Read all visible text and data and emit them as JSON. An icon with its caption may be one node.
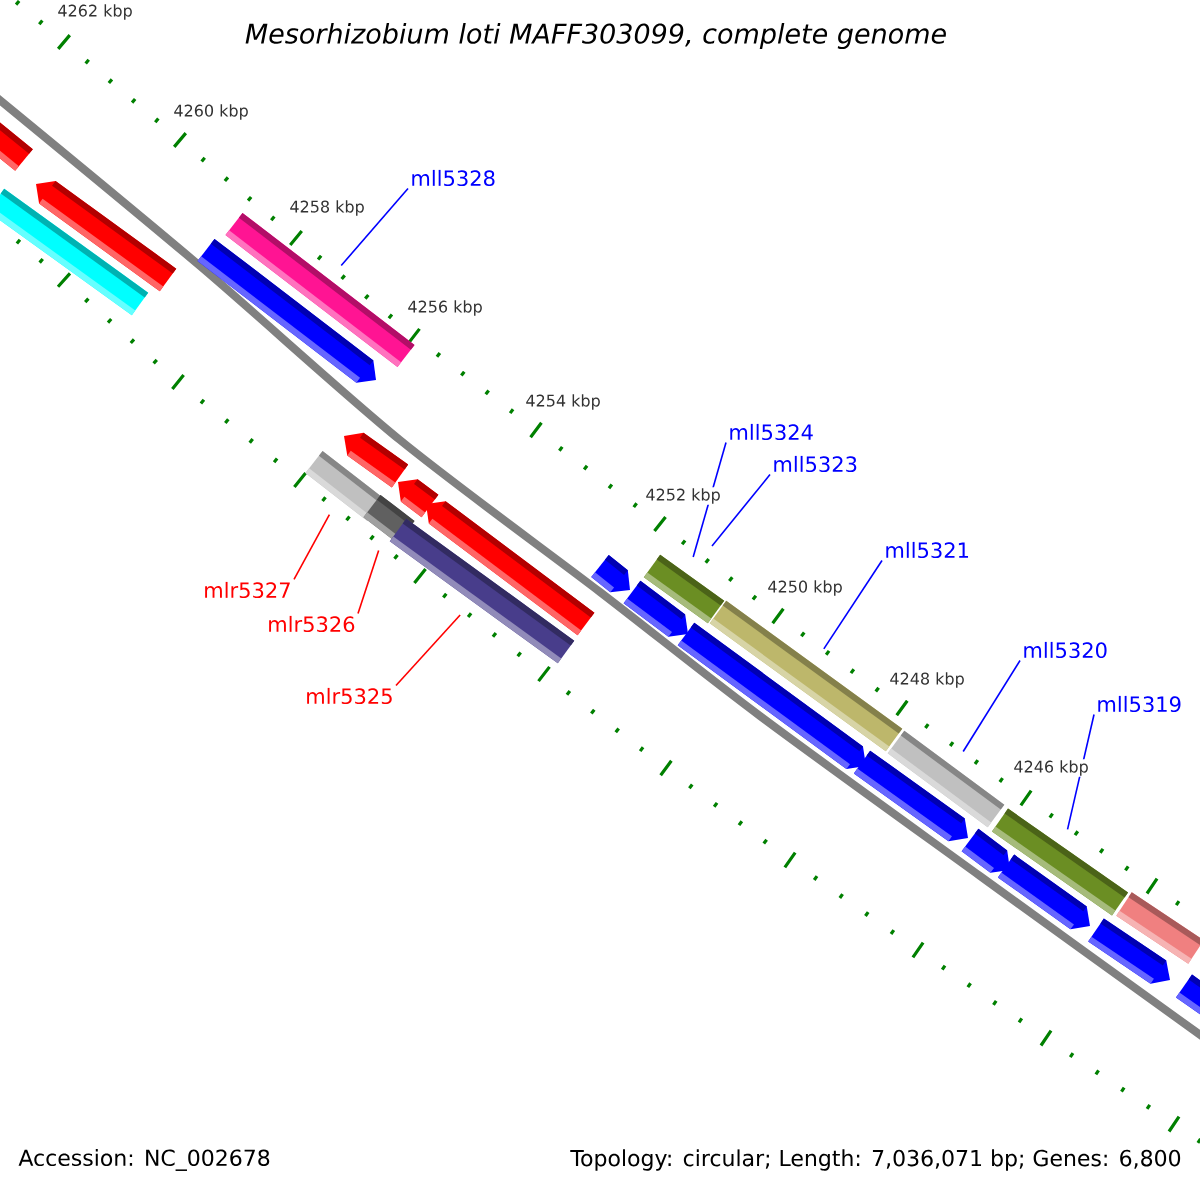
{
  "diagram": {
    "title": "Mesorhizobium loti MAFF303099, complete genome",
    "nodes": [
      {
        "text": [
          "mll5328"
        ]
      },
      {
        "text": [
          "mll5324"
        ]
      },
      {
        "text": [
          "mll5323"
        ]
      },
      {
        "text": [
          "mlr5327"
        ]
      },
      {
        "text": [
          "mll5321"
        ]
      },
      {
        "text": [
          "mlr5326"
        ]
      },
      {
        "text": [
          "mll5320"
        ]
      },
      {
        "text": [
          "mlr5325"
        ]
      },
      {
        "text": [
          "mll5319"
        ]
      },
      {
        "text": [],
        "shape": "bar"
      },
      {
        "text": [],
        "shape": "bar"
      },
      {
        "text": [],
        "shape": "bar"
      },
      {
        "text": [],
        "shape": "bar"
      },
      {
        "text": [],
        "shape": "bar"
      },
      {
        "text": [],
        "shape": "bar"
      },
      {
        "text": [],
        "shape": "bar"
      },
      {
        "text": [],
        "shape": "bar"
      },
      {
        "text": [],
        "shape": "bar"
      },
      {
        "text": [],
        "shape": "bar"
      },
      {
        "text": [],
        "shape": "bar"
      },
      {
        "text": [],
        "shape": "bar"
      },
      {
        "text": [],
        "shape": "bar"
      },
      {
        "text": [],
        "shape": "bar"
      },
      {
        "text": [],
        "shape": "bar"
      },
      {
        "text": [],
        "shape": "bar"
      },
      {
        "text": [],
        "shape": "bar"
      },
      {
        "text": [],
        "shape": "bar"
      },
      {
        "text": [],
        "shape": "bar"
      },
      {
        "text": [],
        "shape": "bar"
      },
      {
        "text": [],
        "shape": "bar"
      },
      {
        "text": [],
        "shape": "bar"
      },
      {
        "text": [],
        "shape": "bar"
      },
      {
        "text": [],
        "shape": "bar"
      }
    ],
    "edges": [
      {
        "from": 0,
        "to": 13,
        "arrow": "none"
      },
      {
        "from": 1,
        "to": 22,
        "arrow": "none"
      },
      {
        "from": 2,
        "to": null,
        "arrow": "none"
      },
      {
        "from": 3,
        "to": 14,
        "arrow": "none",
        "color": "#ff0000"
      },
      {
        "from": 4,
        "to": 24,
        "arrow": "none"
      },
      {
        "from": 5,
        "to": 16,
        "arrow": "none",
        "color": "#ff0000"
      },
      {
        "from": 6,
        "to": 26,
        "arrow": "none"
      },
      {
        "from": 7,
        "to": 17,
        "arrow": "none",
        "color": "#ff0000"
      },
      {
        "from": 8,
        "to": 28,
        "arrow": "none"
      }
    ],
    "labels": [
      "4262 kbp",
      "4260 kbp",
      "4258 kbp",
      "4256 kbp",
      "4254 kbp",
      "4252 kbp",
      "4250 kbp",
      "4248 kbp",
      "4246 kbp",
      "Accession: NC_002678",
      "Topology: circular; Length: 7,036,071 bp; Genes: 6,800"
    ]
  }
}
